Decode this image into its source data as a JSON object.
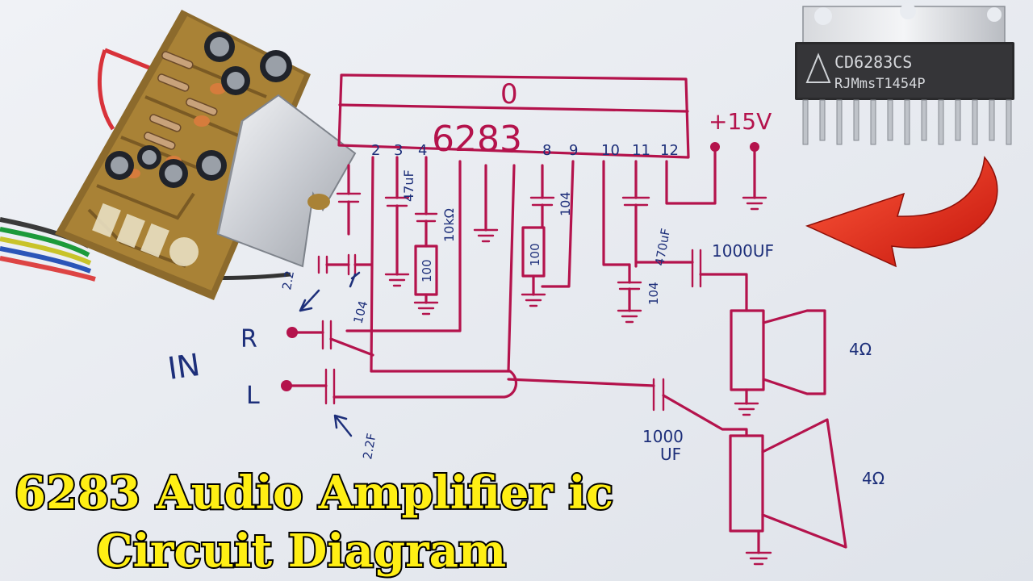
{
  "title": {
    "line1": "6283 Audio Amplifier ic",
    "line2": "Circuit Diagram"
  },
  "ic": {
    "number": "6283",
    "notch": "0",
    "pins": [
      "2",
      "3",
      "4",
      "8",
      "9",
      "10",
      "11",
      "12"
    ]
  },
  "photo_chip": {
    "line1": "CD6283CS",
    "line2": "RJMmsT1454P"
  },
  "power": {
    "label": "+15V"
  },
  "input": {
    "label_in": "IN",
    "label_r": "R",
    "label_l": "L"
  },
  "components": {
    "cap_pin4": "47uF",
    "cap_10k": "10kΩ",
    "res_100_a": "100",
    "cap_104_a": "104",
    "res_100_b": "100",
    "cap_pin11": "470uF",
    "cap_104_b": "104",
    "cap_104_in": "104",
    "cap_2u2_r": "2.2",
    "cap_2u2_l": "2.2F",
    "out_cap_top": "1000UF",
    "out_cap_bottom_line1": "1000",
    "out_cap_bottom_line2": "UF",
    "speaker_top": "4Ω",
    "speaker_bottom": "4Ω"
  },
  "colors": {
    "ink_red": "#b4134c",
    "ink_blue": "#1d2f7a",
    "title_yellow": "#ffef14",
    "arrow_red": "#e5261a",
    "paper": "#e9ecf1"
  },
  "icons": [
    "pcb-board-photo",
    "ic-chip-photo",
    "red-curved-arrow",
    "speaker-symbol",
    "ground-symbol"
  ]
}
